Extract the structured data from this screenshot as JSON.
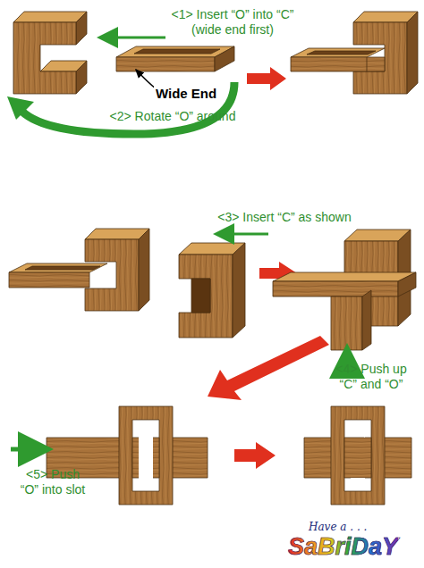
{
  "diagram": {
    "labels": [
      "<1> Insert “O” into “C” (wide end first)",
      "Wide End",
      "<2> Rotate “O” around",
      "<3> Insert “C” as shown",
      "<4> Push up “C” and “O”",
      "<5> Push “O” into slot",
      "Have a . . .",
      "SaBriDaY"
    ]
  }
}
